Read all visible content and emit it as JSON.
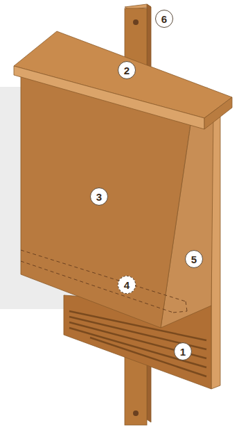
{
  "diagram": {
    "labels": [
      "6",
      "2",
      "3",
      "5",
      "4",
      "1"
    ]
  }
}
